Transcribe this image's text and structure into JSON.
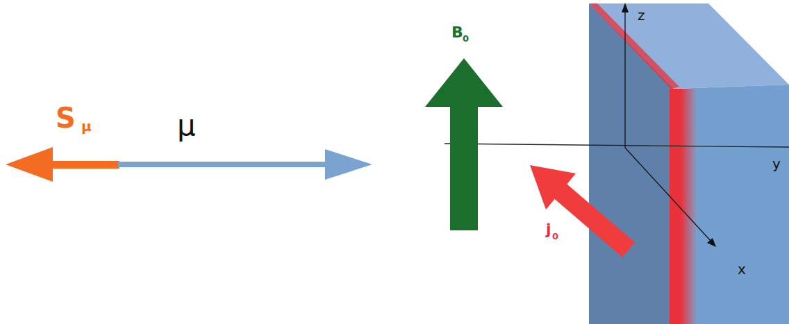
{
  "diagram": {
    "labels": [
      "S",
      "μ",
      "μ",
      "B",
      "0",
      "j",
      "0",
      "z",
      "y",
      "x"
    ]
  }
}
